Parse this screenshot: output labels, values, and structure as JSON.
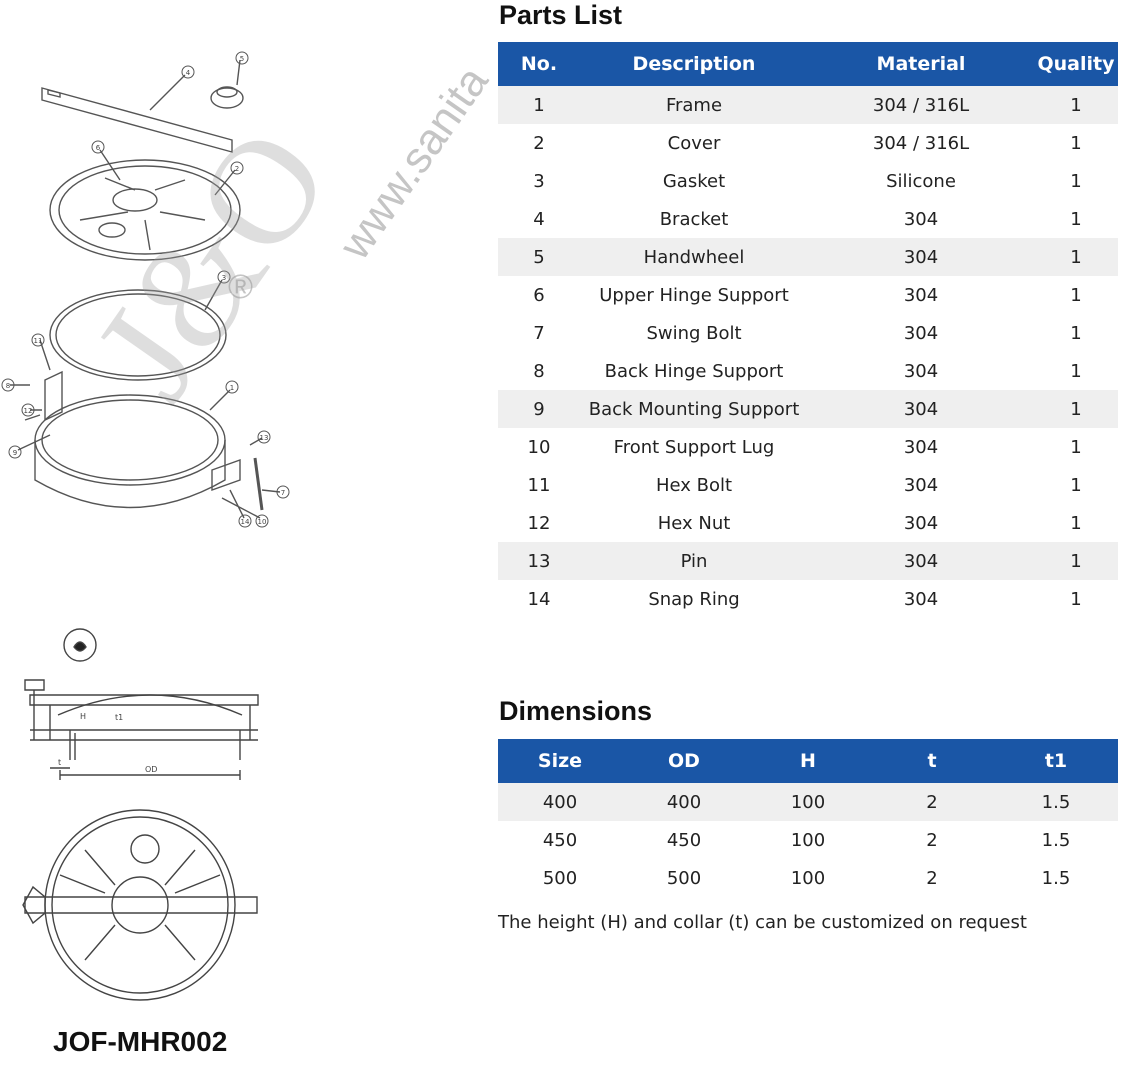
{
  "parts": {
    "title": "Parts List",
    "headers": [
      "No.",
      "Description",
      "Material",
      "Quality"
    ],
    "rows": [
      [
        "1",
        "Frame",
        "304 / 316L",
        "1"
      ],
      [
        "2",
        "Cover",
        "304 / 316L",
        "1"
      ],
      [
        "3",
        "Gasket",
        "Silicone",
        "1"
      ],
      [
        "4",
        "Bracket",
        "304",
        "1"
      ],
      [
        "5",
        "Handwheel",
        "304",
        "1"
      ],
      [
        "6",
        "Upper Hinge Support",
        "304",
        "1"
      ],
      [
        "7",
        "Swing Bolt",
        "304",
        "1"
      ],
      [
        "8",
        "Back Hinge Support",
        "304",
        "1"
      ],
      [
        "9",
        "Back Mounting Support",
        "304",
        "1"
      ],
      [
        "10",
        "Front Support Lug",
        "304",
        "1"
      ],
      [
        "11",
        "Hex Bolt",
        "304",
        "1"
      ],
      [
        "12",
        "Hex Nut",
        "304",
        "1"
      ],
      [
        "13",
        "Pin",
        "304",
        "1"
      ],
      [
        "14",
        "Snap Ring",
        "304",
        "1"
      ]
    ]
  },
  "dimensions": {
    "title": "Dimensions",
    "headers": [
      "Size",
      "OD",
      "H",
      "t",
      "t1"
    ],
    "rows": [
      [
        "400",
        "400",
        "100",
        "2",
        "1.5"
      ],
      [
        "450",
        "450",
        "100",
        "2",
        "1.5"
      ],
      [
        "500",
        "500",
        "100",
        "2",
        "1.5"
      ]
    ],
    "note": "The height (H) and collar (t) can be customized on request"
  },
  "model": "JOF-MHR002",
  "drawing_labels": {
    "callouts": [
      "1",
      "2",
      "3",
      "4",
      "5",
      "6",
      "7",
      "8",
      "9",
      "10",
      "11",
      "12",
      "13",
      "14"
    ],
    "h_label": "H",
    "t_label": "t",
    "t1_label": "t1",
    "od_label": "OD"
  },
  "watermark": {
    "brand": "J&O",
    "reg": "®",
    "url": "www.sanita"
  },
  "colors": {
    "header_bg": "#1a56a6",
    "shade_bg": "#efefef"
  }
}
